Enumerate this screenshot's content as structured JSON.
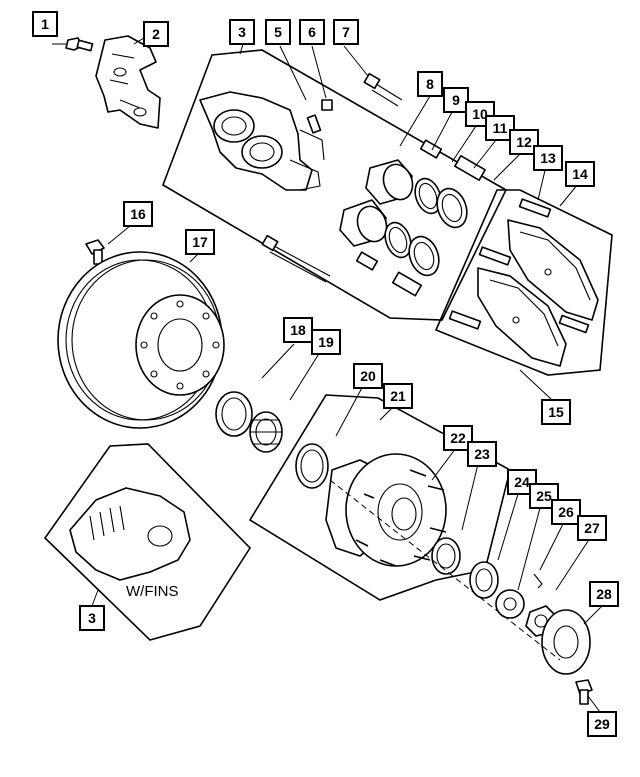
{
  "diagram": {
    "labels": {
      "fins": "W/FINS"
    },
    "callouts": [
      "1",
      "2",
      "3",
      "5",
      "6",
      "7",
      "8",
      "9",
      "10",
      "11",
      "12",
      "13",
      "14",
      "15",
      "16",
      "17",
      "18",
      "19",
      "20",
      "21",
      "22",
      "23",
      "24",
      "25",
      "26",
      "27",
      "28",
      "29",
      "3"
    ]
  },
  "colors": {
    "ink": "#000000",
    "paper": "#ffffff"
  }
}
